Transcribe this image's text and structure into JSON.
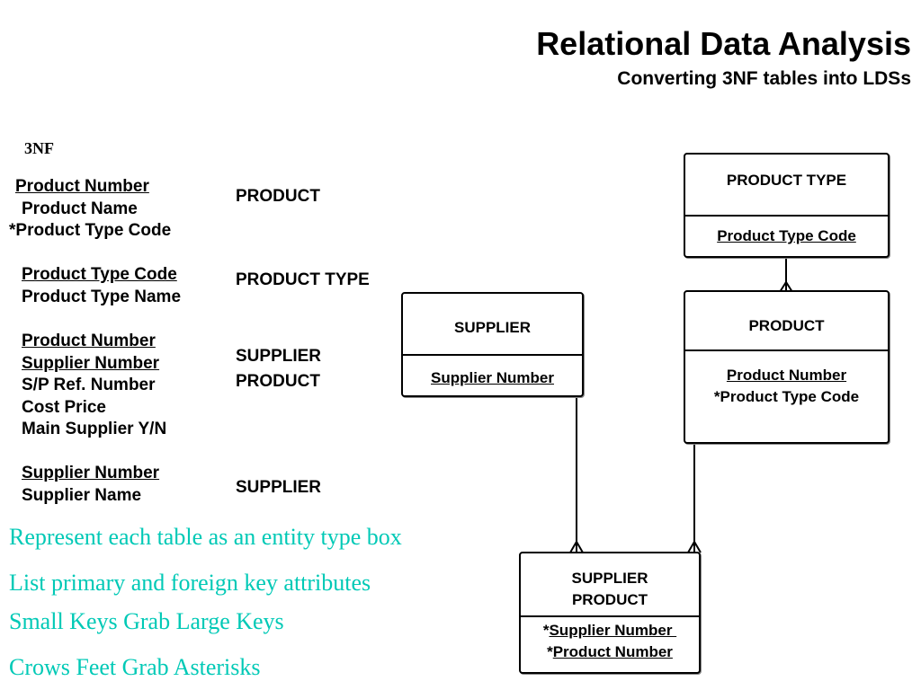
{
  "header": {
    "title": "Relational Data Analysis",
    "subtitle": "Converting 3NF tables into LDSs"
  },
  "nf_heading": "3NF",
  "tables": [
    {
      "name": "PRODUCT",
      "attributes": [
        {
          "text": "Product Number",
          "primary_key": true,
          "foreign_key": false
        },
        {
          "text": "Product Name",
          "primary_key": false,
          "foreign_key": false
        },
        {
          "text": "*Product Type Code",
          "primary_key": false,
          "foreign_key": true
        }
      ]
    },
    {
      "name": "PRODUCT TYPE",
      "attributes": [
        {
          "text": "Product Type Code",
          "primary_key": true,
          "foreign_key": false
        },
        {
          "text": "Product Type Name",
          "primary_key": false,
          "foreign_key": false
        }
      ]
    },
    {
      "name_lines": [
        "SUPPLIER",
        "PRODUCT"
      ],
      "attributes": [
        {
          "text": "Product Number",
          "primary_key": true,
          "foreign_key": false
        },
        {
          "text": "Supplier Number",
          "primary_key": true,
          "foreign_key": false
        },
        {
          "text": "S/P Ref. Number",
          "primary_key": false,
          "foreign_key": false
        },
        {
          "text": "Cost Price",
          "primary_key": false,
          "foreign_key": false
        },
        {
          "text": "Main Supplier Y/N",
          "primary_key": false,
          "foreign_key": false
        }
      ]
    },
    {
      "name": "SUPPLIER",
      "attributes": [
        {
          "text": "Supplier Number",
          "primary_key": true,
          "foreign_key": false
        },
        {
          "text": "Supplier Name",
          "primary_key": false,
          "foreign_key": false
        }
      ]
    }
  ],
  "notes": [
    "Represent each table as an entity type box",
    "List primary and foreign key attributes",
    "Small Keys Grab Large Keys",
    "Crows Feet Grab Asterisks"
  ],
  "note_color": "#00c9b6",
  "entities": {
    "product_type": {
      "name": "PRODUCT TYPE",
      "keys": [
        {
          "prefix": "",
          "key": "Product Type Code"
        }
      ]
    },
    "supplier": {
      "name": "SUPPLIER",
      "keys": [
        {
          "prefix": "",
          "key": "Supplier Number"
        }
      ]
    },
    "product": {
      "name": "PRODUCT",
      "keys": [
        {
          "prefix": "",
          "key": "Product Number"
        },
        {
          "prefix": "*Product Type Code",
          "key": ""
        }
      ]
    },
    "supplier_product": {
      "name_lines": [
        "SUPPLIER",
        "PRODUCT"
      ],
      "keys": [
        {
          "prefix": "*",
          "key": "Supplier Number "
        },
        {
          "prefix": "*",
          "key": "Product Number"
        }
      ]
    }
  },
  "relationships": [
    {
      "from": "PRODUCT TYPE",
      "to": "PRODUCT",
      "type": "one-to-many"
    },
    {
      "from": "SUPPLIER",
      "to": "SUPPLIER PRODUCT",
      "type": "one-to-many"
    },
    {
      "from": "PRODUCT",
      "to": "SUPPLIER PRODUCT",
      "type": "one-to-many"
    }
  ]
}
